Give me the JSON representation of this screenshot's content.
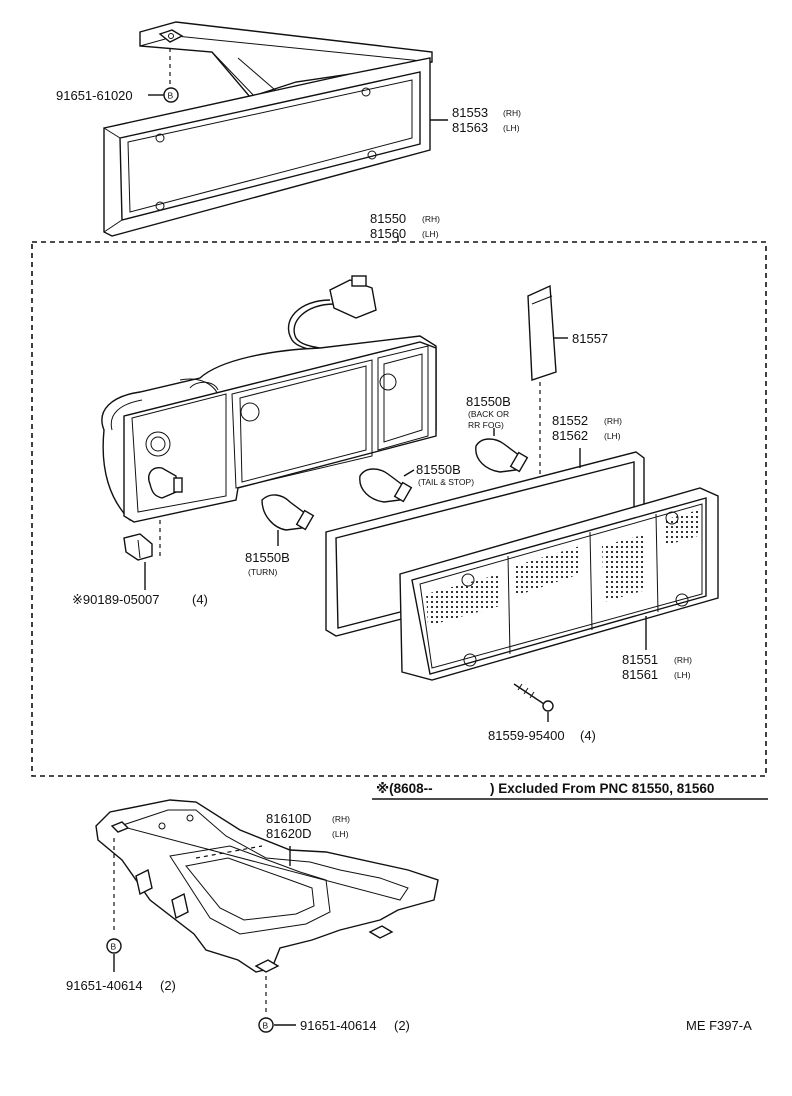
{
  "labels": {
    "screw_top": "91651-61020",
    "plate_rh": "81553",
    "plate_lh": "81563",
    "assy_rh": "81550",
    "assy_lh": "81560",
    "gasket_small": "81557",
    "bulb_back": "81550B",
    "bulb_back_note1": "(BACK OR",
    "bulb_back_note2": "RR FOG)",
    "bulb_tail": "81550B",
    "bulb_tail_note": "(TAIL & STOP)",
    "bulb_turn": "81550B",
    "bulb_turn_note": "(TURN)",
    "gasket_rh": "81552",
    "gasket_lh": "81562",
    "clip": "※90189-05007",
    "clip_qty": "(4)",
    "lens_rh": "81551",
    "lens_lh": "81561",
    "lens_screw": "81559-95400",
    "lens_screw_qty": "(4)",
    "bracket_rh": "81610D",
    "bracket_lh": "81620D",
    "screw_left": "91651-40614",
    "screw_left_qty": "(2)",
    "screw_bottom": "91651-40614",
    "screw_bottom_qty": "(2)",
    "rh": "(RH)",
    "lh": "(LH)",
    "bolt_letter": "B",
    "footer_code": "ME  F397-A"
  },
  "note": {
    "prefix": "※(8608--",
    "text": ") Excluded From PNC 81550, 81560"
  }
}
